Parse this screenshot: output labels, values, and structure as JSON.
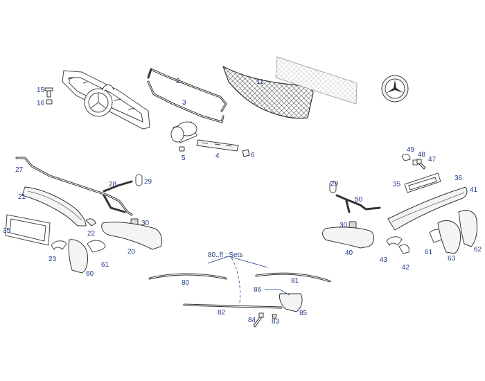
{
  "diagram": {
    "type": "exploded-parts-view",
    "sets_note": "80..ff : Sets",
    "callouts": [
      {
        "id": "15",
        "label": "15"
      },
      {
        "id": "16",
        "label": "16"
      },
      {
        "id": "2",
        "label": "2"
      },
      {
        "id": "3",
        "label": "3"
      },
      {
        "id": "11",
        "label": "11"
      },
      {
        "id": "5",
        "label": "5"
      },
      {
        "id": "4",
        "label": "4"
      },
      {
        "id": "6",
        "label": "6"
      },
      {
        "id": "27",
        "label": "27"
      },
      {
        "id": "28",
        "label": "28"
      },
      {
        "id": "29L",
        "label": "29"
      },
      {
        "id": "21",
        "label": "21"
      },
      {
        "id": "35L",
        "label": "35"
      },
      {
        "id": "30L",
        "label": "30"
      },
      {
        "id": "22",
        "label": "22"
      },
      {
        "id": "20",
        "label": "20"
      },
      {
        "id": "23",
        "label": "23"
      },
      {
        "id": "61L",
        "label": "61"
      },
      {
        "id": "60",
        "label": "60"
      },
      {
        "id": "49",
        "label": "49"
      },
      {
        "id": "48",
        "label": "48"
      },
      {
        "id": "47",
        "label": "47"
      },
      {
        "id": "36",
        "label": "36"
      },
      {
        "id": "35R",
        "label": "35"
      },
      {
        "id": "29R",
        "label": "29"
      },
      {
        "id": "41",
        "label": "41"
      },
      {
        "id": "50",
        "label": "50"
      },
      {
        "id": "30R",
        "label": "30"
      },
      {
        "id": "40",
        "label": "40"
      },
      {
        "id": "62",
        "label": "62"
      },
      {
        "id": "43",
        "label": "43"
      },
      {
        "id": "42",
        "label": "42"
      },
      {
        "id": "61R",
        "label": "61"
      },
      {
        "id": "63",
        "label": "63"
      },
      {
        "id": "80",
        "label": "80"
      },
      {
        "id": "81",
        "label": "81"
      },
      {
        "id": "86",
        "label": "86"
      },
      {
        "id": "82",
        "label": "82"
      },
      {
        "id": "85",
        "label": "85"
      },
      {
        "id": "84",
        "label": "84"
      },
      {
        "id": "83",
        "label": "83"
      }
    ]
  }
}
